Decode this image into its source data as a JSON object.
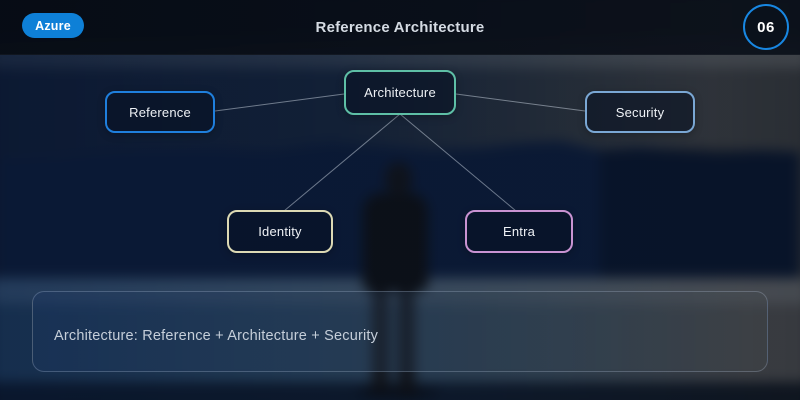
{
  "header": {
    "azure_label": "Azure",
    "title": "Reference Architecture",
    "slide_counter": "06"
  },
  "diagram": {
    "nodes": [
      {
        "id": "architecture",
        "label": "Architecture",
        "border_color": "#5ebfa6"
      },
      {
        "id": "reference",
        "label": "Reference",
        "border_color": "#1f7fdd"
      },
      {
        "id": "security",
        "label": "Security",
        "border_color": "#7aa7d4"
      },
      {
        "id": "identity",
        "label": "Identity",
        "border_color": "#dcd9b4"
      },
      {
        "id": "entra",
        "label": "Entra",
        "border_color": "#c993d2"
      }
    ],
    "edges": [
      {
        "from": "reference",
        "to": "architecture"
      },
      {
        "from": "architecture",
        "to": "security"
      },
      {
        "from": "architecture",
        "to": "identity"
      },
      {
        "from": "architecture",
        "to": "entra"
      }
    ]
  },
  "footer": {
    "summary": "Architecture: Reference + Architecture + Security"
  },
  "colors": {
    "accent_blue": "#0e80d7",
    "counter_ring": "#1887e2",
    "node_teal": "#5ebfa6",
    "node_blue": "#1f7fdd",
    "node_light_blue": "#7aa7d4",
    "node_yellow": "#dcd9b4",
    "node_pink": "#c993d2"
  }
}
